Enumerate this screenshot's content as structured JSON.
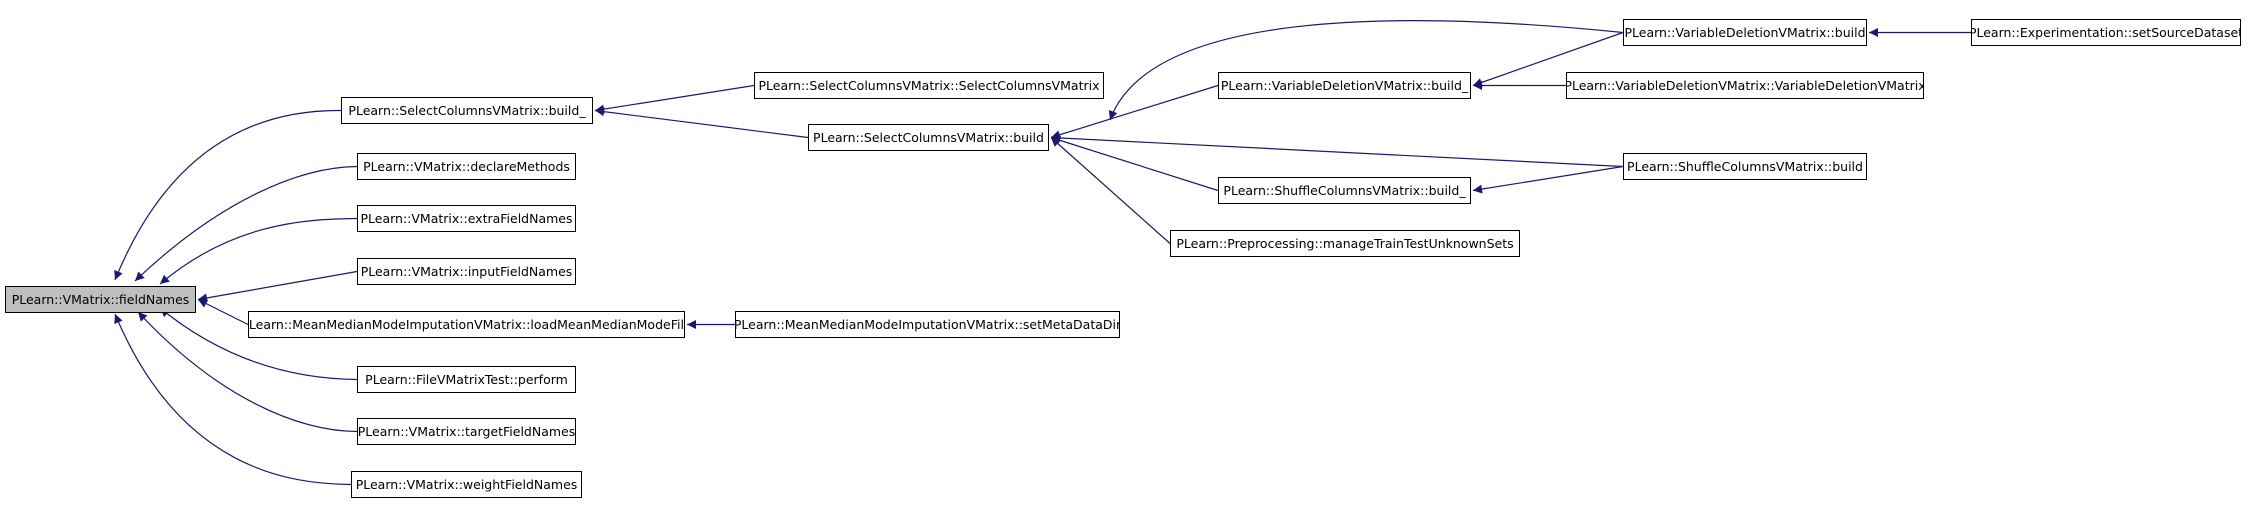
{
  "diagram": {
    "edge_color": "#191970",
    "root_fill": "#bfbfbf",
    "nodes": {
      "n0": "PLearn::VMatrix::fieldNames",
      "n1": "PLearn::SelectColumnsVMatrix::build_",
      "n2": "PLearn::VMatrix::declareMethods",
      "n3": "PLearn::VMatrix::extraFieldNames",
      "n4": "PLearn::VMatrix::inputFieldNames",
      "n5": "PLearn::MeanMedianModeImputationVMatrix::loadMeanMedianModeFile",
      "n6": "PLearn::FileVMatrixTest::perform",
      "n7": "PLearn::VMatrix::targetFieldNames",
      "n8": "PLearn::VMatrix::weightFieldNames",
      "n9": "PLearn::SelectColumnsVMatrix::SelectColumnsVMatrix",
      "n10": "PLearn::SelectColumnsVMatrix::build",
      "n11": "PLearn::MeanMedianModeImputationVMatrix::setMetaDataDir",
      "n12": "PLearn::VariableDeletionVMatrix::build_",
      "n13": "PLearn::ShuffleColumnsVMatrix::build_",
      "n14": "PLearn::Preprocessing::manageTrainTestUnknownSets",
      "n15": "PLearn::VariableDeletionVMatrix::build",
      "n16": "PLearn::VariableDeletionVMatrix::VariableDeletionVMatrix",
      "n17": "PLearn::ShuffleColumnsVMatrix::build",
      "n18": "PLearn::Experimentation::setSourceDataset"
    },
    "edges": [
      [
        "n1",
        "n0"
      ],
      [
        "n2",
        "n0"
      ],
      [
        "n3",
        "n0"
      ],
      [
        "n4",
        "n0"
      ],
      [
        "n5",
        "n0"
      ],
      [
        "n6",
        "n0"
      ],
      [
        "n7",
        "n0"
      ],
      [
        "n8",
        "n0"
      ],
      [
        "n9",
        "n1"
      ],
      [
        "n10",
        "n1"
      ],
      [
        "n11",
        "n5"
      ],
      [
        "n12",
        "n10"
      ],
      [
        "n13",
        "n10"
      ],
      [
        "n14",
        "n10"
      ],
      [
        "n15",
        "n10"
      ],
      [
        "n17",
        "n10"
      ],
      [
        "n15",
        "n12"
      ],
      [
        "n16",
        "n12"
      ],
      [
        "n17",
        "n13"
      ],
      [
        "n18",
        "n15"
      ]
    ]
  }
}
